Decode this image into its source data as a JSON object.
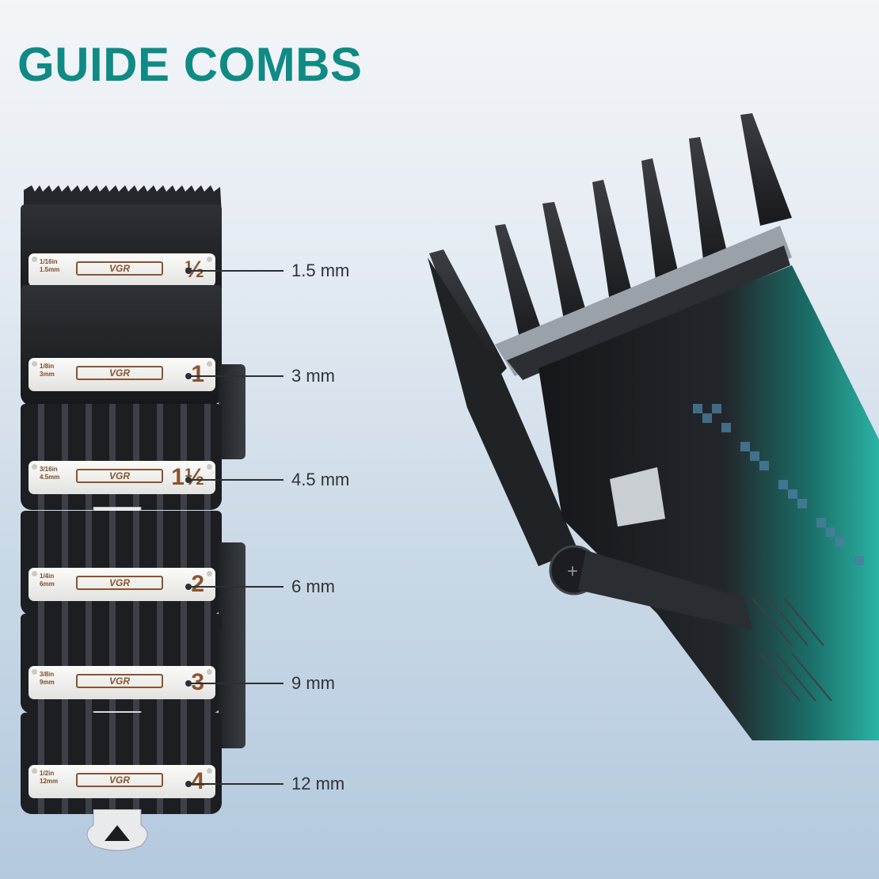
{
  "title": "GUIDE COMBS",
  "brand": "VGR",
  "combs": [
    {
      "number": "½",
      "inch": "1/16in",
      "mm_small": "1.5mm",
      "size_label": "1.5 mm"
    },
    {
      "number": "1",
      "inch": "1/8in",
      "mm_small": "3mm",
      "size_label": "3 mm"
    },
    {
      "number": "1½",
      "inch": "3/16in",
      "mm_small": "4.5mm",
      "size_label": "4.5 mm"
    },
    {
      "number": "2",
      "inch": "1/4in",
      "mm_small": "6mm",
      "size_label": "6 mm"
    },
    {
      "number": "3",
      "inch": "3/8in",
      "mm_small": "9mm",
      "size_label": "9 mm"
    },
    {
      "number": "4",
      "inch": "1/2in",
      "mm_small": "12mm",
      "size_label": "12 mm"
    }
  ],
  "colors": {
    "title": "#108a84",
    "label_accent": "#8a5430",
    "comb_body": "#1c1e21",
    "clipper_accent": "#1aa89a"
  },
  "icons": {
    "clipper": "hair-clipper-illustration",
    "comb": "guide-comb-illustration"
  }
}
